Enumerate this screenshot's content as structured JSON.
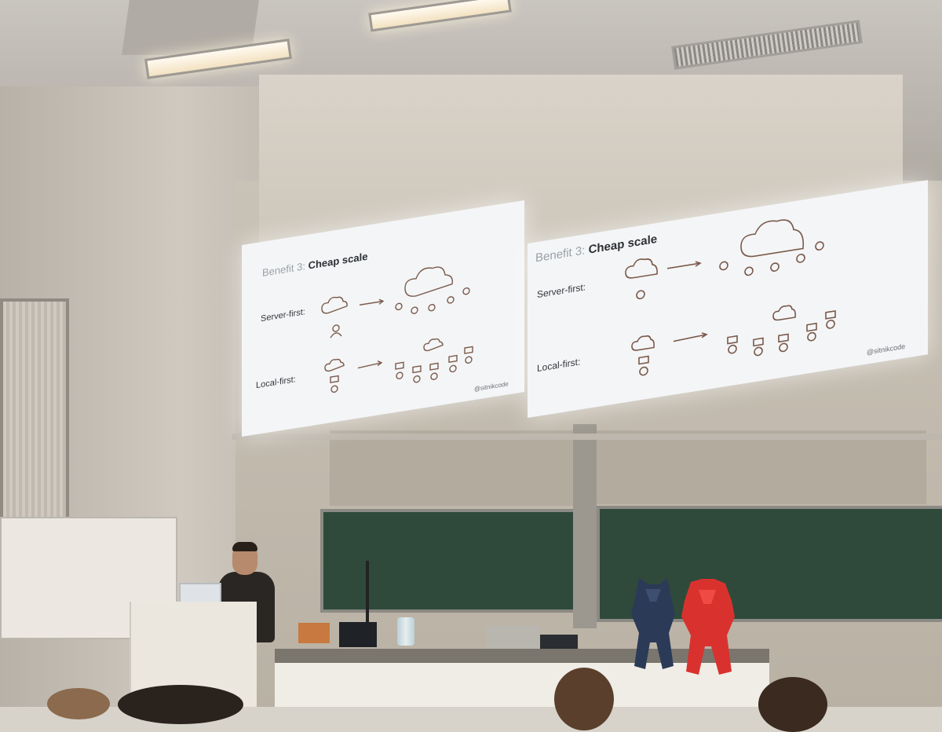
{
  "slides": [
    {
      "title_prefix": "Benefit 3:",
      "title_bold": "Cheap scale",
      "row1_label": "Server-first:",
      "row2_label": "Local-first:",
      "footer_handle": "@sitnikcode"
    },
    {
      "title_prefix": "Benefit 3:",
      "title_bold": "Cheap scale",
      "row1_label": "Server-first:",
      "row2_label": "Local-first:",
      "footer_handle": "@sitnikcode"
    }
  ],
  "colors": {
    "slide_bg": "#f4f5f7",
    "icon_stroke": "#7a5a4a",
    "chalkboard": "#2f4a3b",
    "bear_blue": "#2b3a57",
    "bear_red": "#d9322e",
    "accent": "#4a55c9"
  },
  "icons": [
    "cloud-icon",
    "person-icon",
    "laptop-icon",
    "arrow-icon"
  ]
}
